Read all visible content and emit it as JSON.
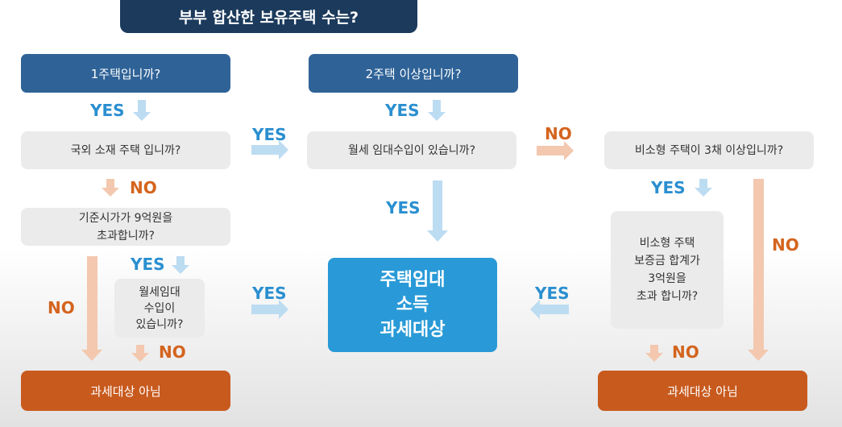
{
  "title": "부부 합산한 보유주택 수는?",
  "questions": {
    "one_house": "1주택입니까?",
    "two_plus": "2주택 이상입니까?",
    "foreign": "국외 소재 주택 입니까?",
    "monthly_rent": "월세 임대수입이 있습니까?",
    "small_houses": "비소형 주택이 3채 이상입니까?",
    "value_line1": "기준시가가 9억원을",
    "value_line2": "초과합니까?",
    "rent_small_line1": "월세임대",
    "rent_small_line2": "수입이",
    "rent_small_line3": "있습니까?",
    "deposit_line1": "비소형 주택",
    "deposit_line2": "보증금 합계가",
    "deposit_line3": "3억원을",
    "deposit_line4": "초과 합니까?"
  },
  "result": {
    "line1": "주택임대",
    "line2": "소득",
    "line3": "과세대상"
  },
  "outcome": {
    "left": "과세대상 아님",
    "right": "과세대상 아님"
  },
  "labels": {
    "yes": "YES",
    "no": "NO"
  },
  "colors": {
    "title_bg": "#1b3a5c",
    "question_dark": "#2f6397",
    "question_light": "#ebebeb",
    "result_bg": "#299ad7",
    "outcome_bg": "#c85a1e",
    "yes_text": "#2a8fd0",
    "no_text": "#d4641e",
    "yes_arrow": "#bcdcf2",
    "no_arrow": "#f3c8ae"
  }
}
